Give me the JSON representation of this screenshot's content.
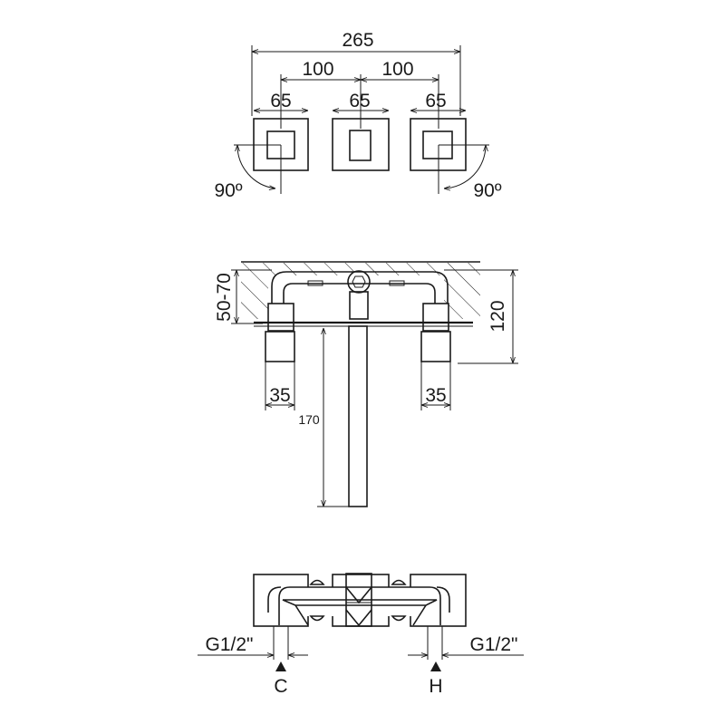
{
  "top_view": {
    "overall_width": "265",
    "spacing_left": "100",
    "spacing_right": "100",
    "plate_left": "65",
    "plate_center": "65",
    "plate_right": "65",
    "rotation_left": "90º",
    "rotation_right": "90º"
  },
  "side_view": {
    "wall_depth": "50-70",
    "height": "120",
    "handle_left": "35",
    "handle_right": "35",
    "spout_length": "170"
  },
  "bottom_view": {
    "connection_left": "G1/2\"",
    "connection_right": "G1/2\"",
    "inlet_cold": "C",
    "inlet_hot": "H"
  }
}
